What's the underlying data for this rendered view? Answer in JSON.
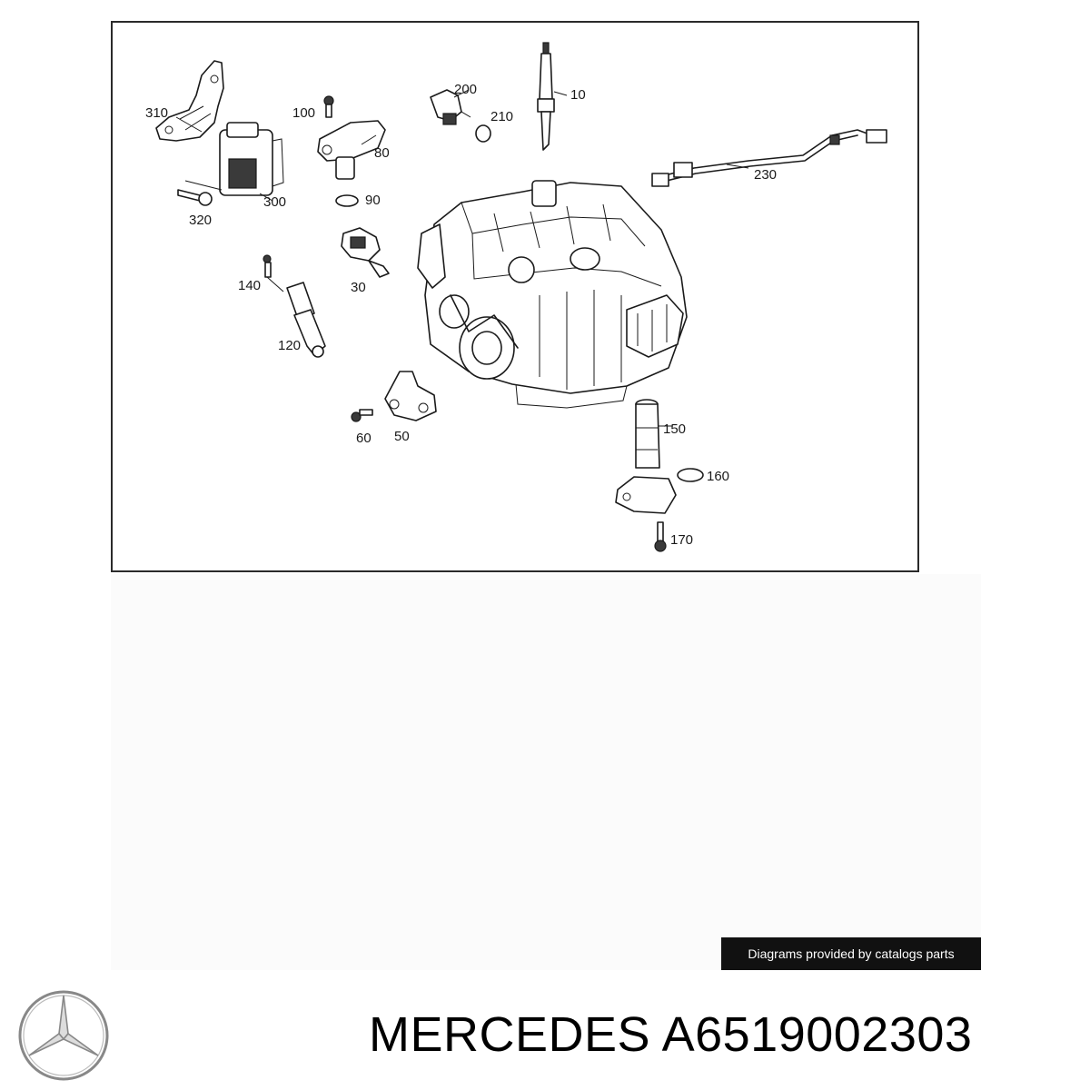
{
  "diagram": {
    "callouts": [
      "310",
      "100",
      "200",
      "10",
      "210",
      "80",
      "230",
      "300",
      "90",
      "320",
      "140",
      "30",
      "120",
      "60",
      "50",
      "150",
      "160",
      "170"
    ]
  },
  "credit": {
    "text": "Diagrams provided by catalogs parts"
  },
  "brand": {
    "name": "MERCEDES",
    "logo_icon": "mercedes-star-icon"
  },
  "part_number": "A6519002303",
  "colors": {
    "line": "#1a1a1a",
    "credit_bg": "#111111",
    "credit_text": "#ffffff",
    "logo": "#888888"
  }
}
